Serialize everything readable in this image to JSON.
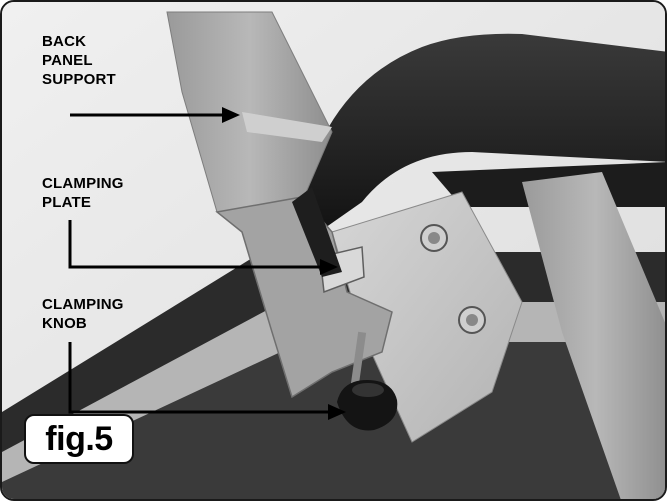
{
  "callouts": {
    "back_panel_support": [
      "BACK",
      "PANEL",
      "SUPPORT"
    ],
    "clamping_plate": [
      "CLAMPING",
      "PLATE"
    ],
    "clamping_knob": [
      "CLAMPING",
      "KNOB"
    ]
  },
  "figure": {
    "label": "fig.5"
  },
  "colors": {
    "frame_border": "#1a1a1a",
    "panel_black": "#1c1c1c",
    "metal_gray": "#a9a9a9",
    "background_gray": "#e9e9e9"
  }
}
